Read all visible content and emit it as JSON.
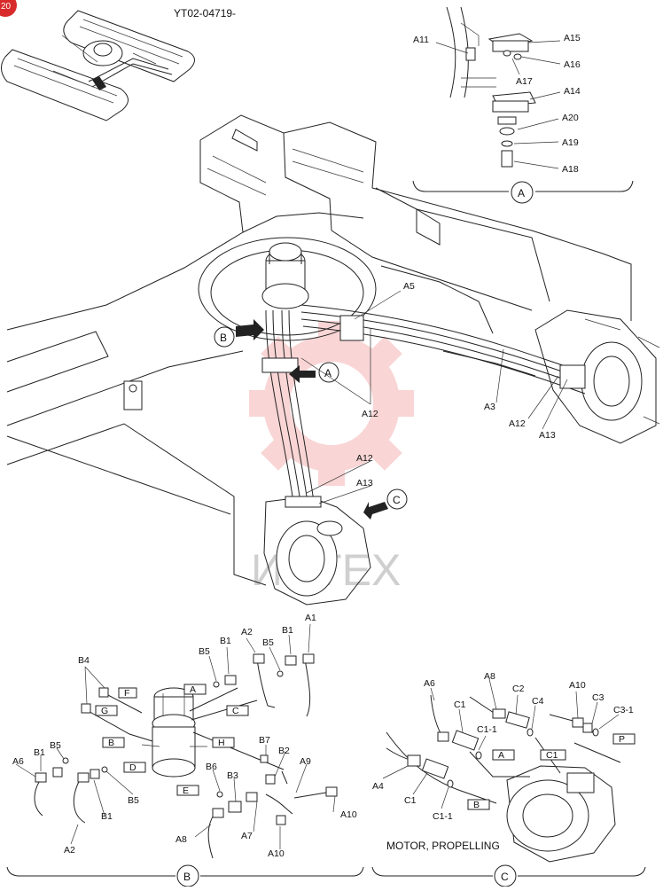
{
  "page_badge": "20",
  "drawing_number": "YT02-04719-",
  "watermark_text": "ИНТЕХ",
  "detail_a": {
    "circle_letter": "A",
    "labels": [
      "A11",
      "A15",
      "A16",
      "A17",
      "A14",
      "A20",
      "A19",
      "A18"
    ]
  },
  "main_view": {
    "view_markers": [
      "B",
      "A",
      "C"
    ],
    "labels": [
      "A5",
      "A3",
      "A12",
      "A12",
      "A13",
      "A12",
      "A13"
    ]
  },
  "detail_b": {
    "circle_letter": "B",
    "labels": [
      "B4",
      "B5",
      "B1",
      "A2",
      "B5",
      "B1",
      "A1",
      "B5",
      "B1",
      "A6",
      "A2",
      "B1",
      "B5",
      "B7",
      "B2",
      "A9",
      "B6",
      "B3",
      "A8",
      "A7",
      "A10",
      "A10"
    ],
    "boxed_labels": [
      "F",
      "G",
      "A",
      "C",
      "B",
      "H",
      "D",
      "E"
    ]
  },
  "detail_c": {
    "circle_letter": "C",
    "caption": "MOTOR, PROPELLING",
    "labels": [
      "A6",
      "A8",
      "C2",
      "A10",
      "C3",
      "C1",
      "C4",
      "C3-1",
      "C1-1",
      "A4",
      "C1",
      "C1-1"
    ],
    "boxed_labels": [
      "A",
      "C1",
      "B",
      "P"
    ]
  }
}
